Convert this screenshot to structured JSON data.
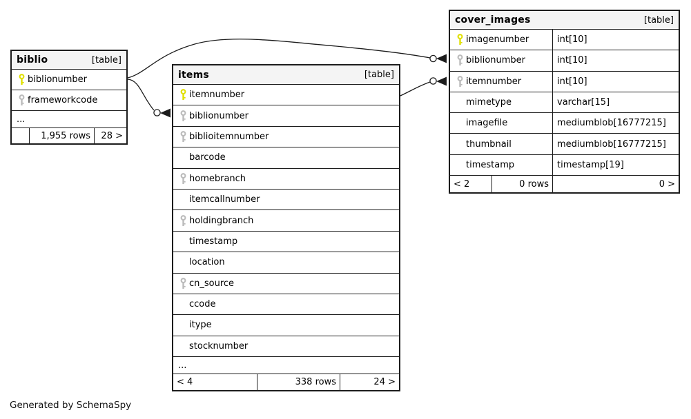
{
  "page": {
    "footer_note": "Generated by SchemaSpy",
    "background": "#ffffff"
  },
  "colors": {
    "primary_key": "#e0e000",
    "index_key": "#bbbbbb",
    "table_header_bg": "#f4f4f4",
    "border": "#1c1c1c"
  },
  "tables": [
    {
      "id": "biblio",
      "name": "biblio",
      "tag": "[table]",
      "columns": [
        {
          "name": "biblionumber",
          "key": "primary"
        },
        {
          "name": "frameworkcode",
          "key": "index"
        }
      ],
      "ellipsis": "...",
      "footer": {
        "left": "",
        "mid": "1,955 rows",
        "right": "28 >"
      }
    },
    {
      "id": "items",
      "name": "items",
      "tag": "[table]",
      "columns": [
        {
          "name": "itemnumber",
          "key": "primary"
        },
        {
          "name": "biblionumber",
          "key": "index"
        },
        {
          "name": "biblioitemnumber",
          "key": "index"
        },
        {
          "name": "barcode",
          "key": ""
        },
        {
          "name": "homebranch",
          "key": "index"
        },
        {
          "name": "itemcallnumber",
          "key": ""
        },
        {
          "name": "holdingbranch",
          "key": "index"
        },
        {
          "name": "timestamp",
          "key": ""
        },
        {
          "name": "location",
          "key": ""
        },
        {
          "name": "cn_source",
          "key": "index"
        },
        {
          "name": "ccode",
          "key": ""
        },
        {
          "name": "itype",
          "key": ""
        },
        {
          "name": "stocknumber",
          "key": ""
        }
      ],
      "ellipsis": "...",
      "footer": {
        "left": "< 4",
        "mid": "338 rows",
        "right": "24 >"
      }
    },
    {
      "id": "cover_images",
      "name": "cover_images",
      "tag": "[table]",
      "columns": [
        {
          "name": "imagenumber",
          "key": "primary",
          "type": "int[10]"
        },
        {
          "name": "biblionumber",
          "key": "index",
          "type": "int[10]"
        },
        {
          "name": "itemnumber",
          "key": "index",
          "type": "int[10]"
        },
        {
          "name": "mimetype",
          "key": "",
          "type": "varchar[15]"
        },
        {
          "name": "imagefile",
          "key": "",
          "type": "mediumblob[16777215]"
        },
        {
          "name": "thumbnail",
          "key": "",
          "type": "mediumblob[16777215]"
        },
        {
          "name": "timestamp",
          "key": "",
          "type": "timestamp[19]"
        }
      ],
      "footer": {
        "left": "< 2",
        "mid": "0 rows",
        "right": "0 >"
      }
    }
  ],
  "relationships": [
    {
      "from": "biblio.biblionumber",
      "to": "items.biblionumber"
    },
    {
      "from": "biblio.biblionumber",
      "to": "cover_images.biblionumber"
    },
    {
      "from": "items.itemnumber",
      "to": "cover_images.itemnumber"
    }
  ]
}
